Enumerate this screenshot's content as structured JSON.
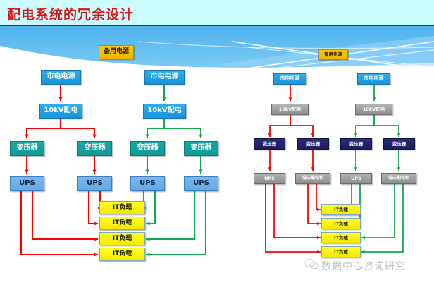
{
  "title": "配电系统的冗余设计",
  "colors": {
    "title_text": "#d81616",
    "title_band": "#ccfcfd",
    "banner_blue": "#5bb8ef",
    "red_path": "#ff0000",
    "green_path": "#16a84f",
    "yellow_node": "#ffff22",
    "gold_node": "#fdc800",
    "blue_node": "#1f9fe0",
    "teal_node": "#12a49d",
    "gray_node": "#9a9a9a",
    "navy_node": "#24246b"
  },
  "left_diagram": {
    "backup_power": "备用电源",
    "branches": [
      {
        "color": "red",
        "utility_power": "市电电源",
        "distribution": "10kV配电",
        "transformers": [
          "变压器",
          "变压器"
        ],
        "ups": [
          "UPS",
          "UPS"
        ]
      },
      {
        "color": "green",
        "utility_power": "市电电源",
        "distribution": "10kV配电",
        "transformers": [
          "变压器",
          "变压器"
        ],
        "ups": [
          "UPS",
          "UPS"
        ]
      }
    ],
    "it_loads": [
      "IT负载",
      "IT负载",
      "IT负载",
      "IT负载"
    ]
  },
  "right_diagram": {
    "backup_power": "备用电源",
    "branches": [
      {
        "color": "red",
        "utility_power": "市电电源",
        "distribution": "10kV配电",
        "transformers": [
          "变压器",
          "变压器"
        ],
        "terminals": [
          "UPS",
          "低压配电柜"
        ]
      },
      {
        "color": "green",
        "utility_power": "市电电源",
        "distribution": "10kV配电",
        "transformers": [
          "变压器",
          "变压器"
        ],
        "terminals": [
          "UPS",
          "低压配电柜"
        ]
      }
    ],
    "it_loads": [
      "IT负载",
      "IT负载",
      "IT负载",
      "IT负载"
    ]
  },
  "watermark": {
    "icon": "wechat-icon",
    "text": "数据中心咨询研究"
  }
}
